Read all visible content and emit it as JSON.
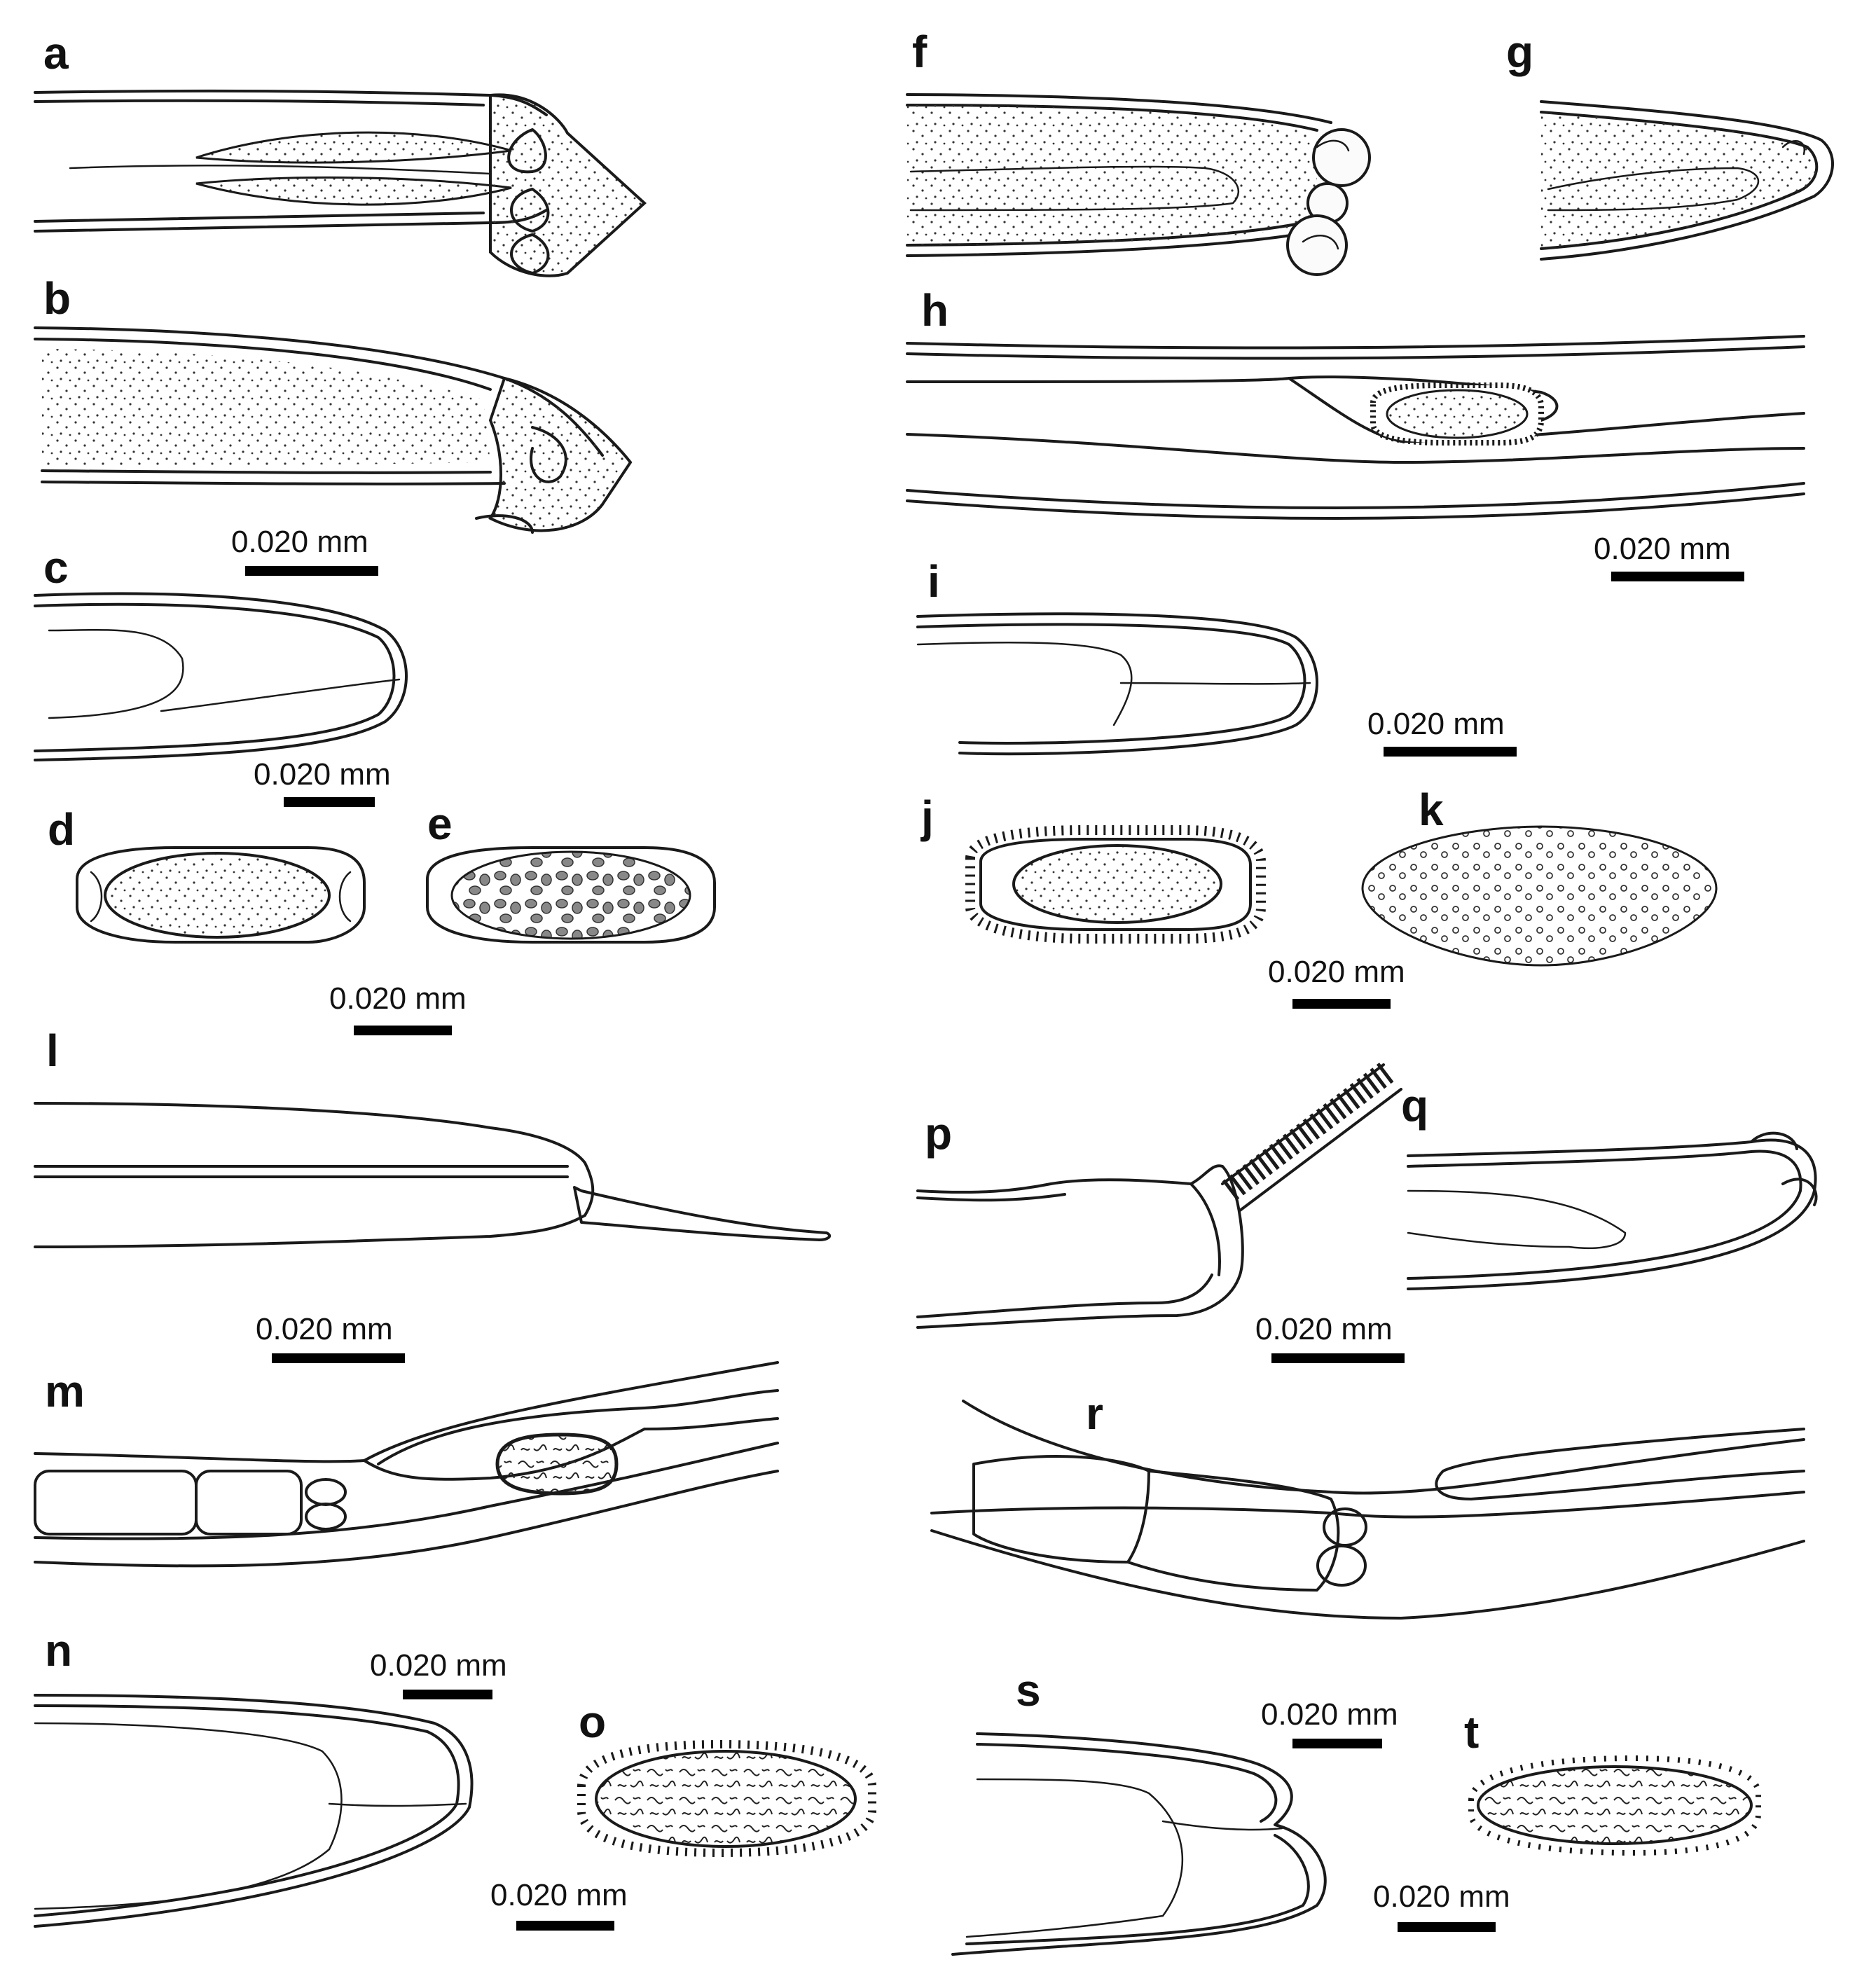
{
  "panels": {
    "a": "a",
    "b": "b",
    "c": "c",
    "d": "d",
    "e": "e",
    "f": "f",
    "g": "g",
    "h": "h",
    "i": "i",
    "j": "j",
    "k": "k",
    "l": "l",
    "m": "m",
    "n": "n",
    "o": "o",
    "p": "p",
    "q": "q",
    "r": "r",
    "s": "s",
    "t": "t"
  },
  "scale_label": "0.020 mm"
}
